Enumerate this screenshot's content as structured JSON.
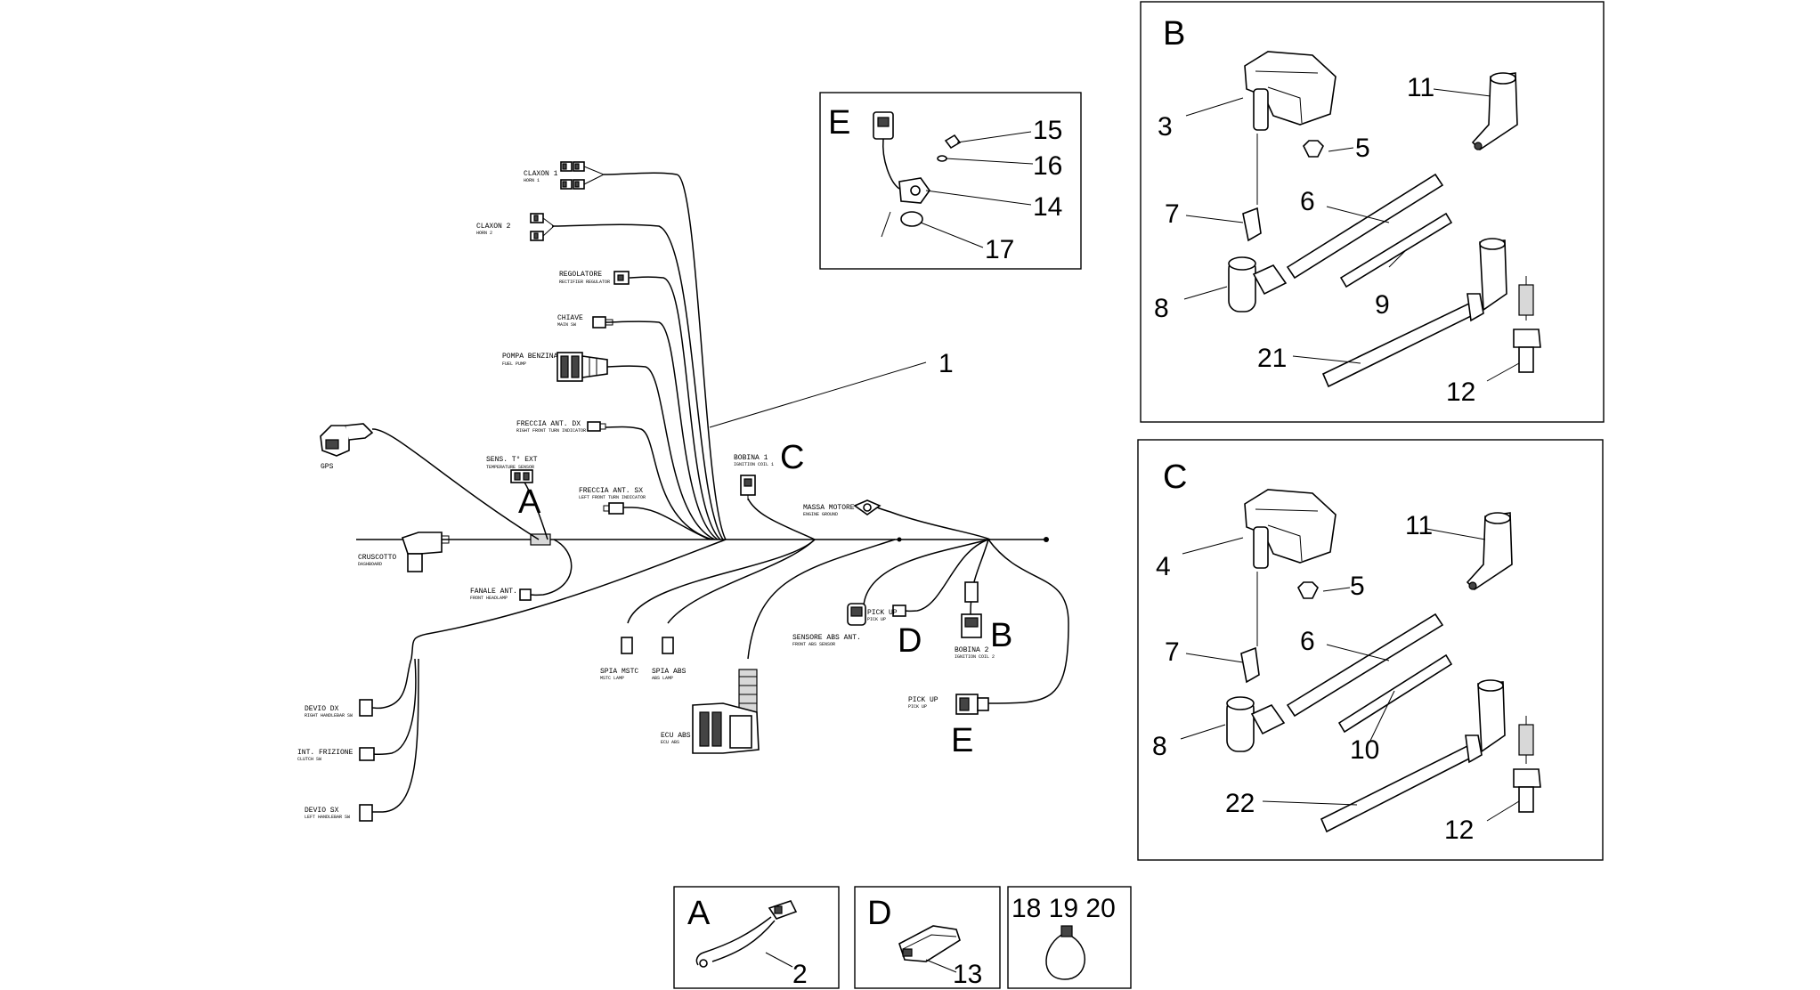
{
  "insets": {
    "B": "B",
    "C": "C",
    "E": "E",
    "A": "A",
    "D": "D"
  },
  "harness_letters": {
    "A": "A",
    "B": "B",
    "C": "C",
    "D": "D",
    "E": "E"
  },
  "callouts": {
    "n1": "1",
    "n2": "2",
    "n3": "3",
    "n4": "4",
    "n5": "5",
    "n5b": "5",
    "n6": "6",
    "n6b": "6",
    "n7": "7",
    "n7b": "7",
    "n8": "8",
    "n8b": "8",
    "n9": "9",
    "n10": "10",
    "n11": "11",
    "n11b": "11",
    "n12": "12",
    "n12b": "12",
    "n13": "13",
    "n14": "14",
    "n15": "15",
    "n16": "16",
    "n17": "17",
    "n18_20": "18 19 20",
    "n21": "21",
    "n22": "22"
  },
  "connectors": {
    "claxon1": "CLAXON 1",
    "claxon1_sub": "HORN 1",
    "claxon2": "CLAXON 2",
    "claxon2_sub": "HORN 2",
    "regolatore": "REGOLATORE",
    "regolatore_sub": "RECTIFIER REGULATOR",
    "chiave": "CHIAVE",
    "chiave_sub": "MAIN SW",
    "pompa": "POMPA BENZINA",
    "pompa_sub": "FUEL PUMP",
    "freccia_dx": "FRECCIA ANT. DX",
    "freccia_dx_sub": "RIGHT FRONT TURN INDICATOR",
    "sens_t": "SENS. T° EXT",
    "sens_t_sub": "TEMPERATURE SENSOR",
    "freccia_sx": "FRECCIA ANT. SX",
    "freccia_sx_sub": "LEFT FRONT TURN INDICATOR",
    "gps": "GPS",
    "cruscotto": "CRUSCOTTO",
    "cruscotto_sub": "DASHBOARD",
    "fanale": "FANALE ANT.",
    "fanale_sub": "FRONT HEADLAMP",
    "bobina1": "BOBINA 1",
    "bobina1_sub": "IGNITION COIL 1",
    "massa": "MASSA MOTORE",
    "massa_sub": "ENGINE GROUND",
    "pick_up": "PICK UP",
    "pick_up_sub": "PICK UP",
    "sensore_abs": "SENSORE ABS ANT.",
    "sensore_abs_sub": "FRONT ABS SENSOR",
    "bobina2": "BOBINA 2",
    "bobina2_sub": "IGNITION COIL 2",
    "pick_up2": "PICK UP",
    "pick_up2_sub": "PICK UP",
    "spia_mstc": "SPIA MSTC",
    "spia_mstc_sub": "MSTC LAMP",
    "spia_abs": "SPIA ABS",
    "spia_abs_sub": "ABS LAMP",
    "ecu_abs": "ECU ABS",
    "ecu_abs_sub": "ECU ABS",
    "devio_dx": "DEVIO DX",
    "devio_dx_sub": "RIGHT HANDLEBAR SW",
    "frizione": "INT. FRIZIONE",
    "frizione_sub": "CLUTCH SW",
    "devio_sx": "DEVIO SX",
    "devio_sx_sub": "LEFT HANDLEBAR SW"
  }
}
